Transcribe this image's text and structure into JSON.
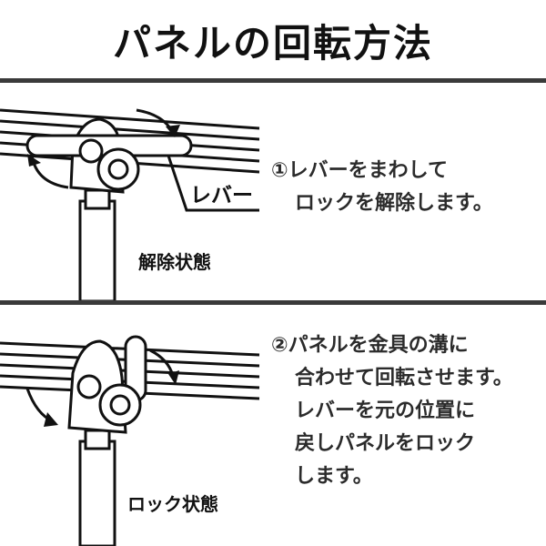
{
  "title": "パネルの回転方法",
  "section1": {
    "lines": [
      "①レバーをまわして",
      "ロックを解除します。"
    ],
    "lever_label": "レバー",
    "state_label": "解除状態"
  },
  "section2": {
    "lines": [
      "②パネルを金具の溝に",
      "合わせて回転させます。",
      "レバーを元の位置に",
      "戻しパネルをロック",
      "します。"
    ],
    "state_label": "ロック状態"
  },
  "colors": {
    "ink": "#111111",
    "rule": "#3a3a3a",
    "text": "#2b2b2b"
  }
}
